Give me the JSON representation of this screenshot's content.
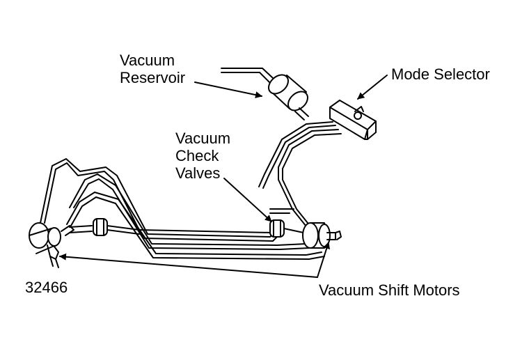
{
  "labels": {
    "vacuum_reservoir": [
      "Vacuum",
      "Reservoir"
    ],
    "mode_selector": "Mode Selector",
    "vacuum_check_valves": [
      "Vacuum",
      "Check",
      "Valves"
    ],
    "vacuum_shift_motors": "Vacuum Shift Motors",
    "figure_number": "32466"
  },
  "colors": {
    "ink": "#000000",
    "paper": "#ffffff"
  }
}
